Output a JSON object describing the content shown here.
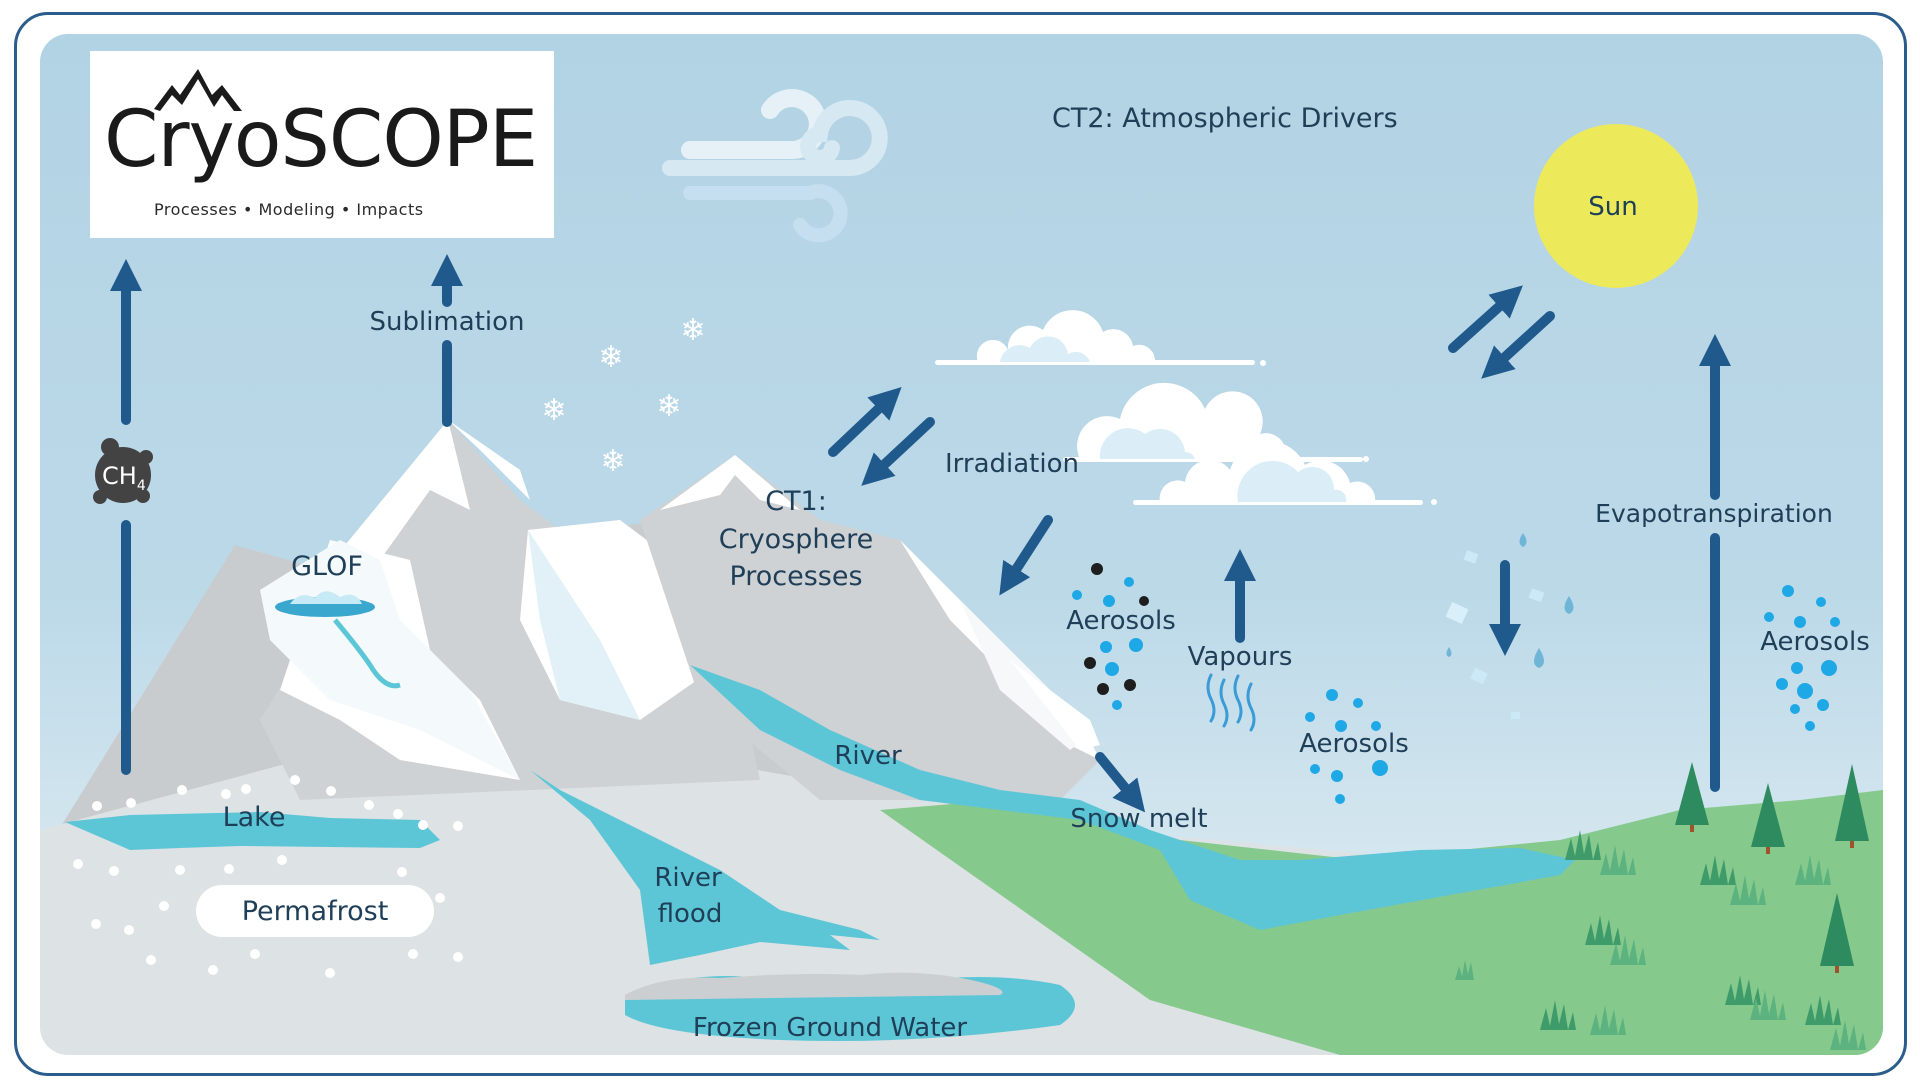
{
  "logo": {
    "title": "CryoSCOPE",
    "tagline": "Processes • Modeling • Impacts",
    "icon": "mountain-icon"
  },
  "headings": {
    "ct2": "CT2: Atmospheric Drivers",
    "ct1_line1": "CT1:",
    "ct1_line2": "Cryosphere",
    "ct1_line3": "Processes"
  },
  "labels": {
    "sun": "Sun",
    "sublimation": "Sublimation",
    "ch4_main": "CH",
    "ch4_sub": "4",
    "glof": "GLOF",
    "irradiation": "Irradiation",
    "aerosols_1": "Aerosols",
    "aerosols_2": "Aerosols",
    "aerosols_3": "Aerosols",
    "vapours": "Vapours",
    "evapotranspiration": "Evapotranspiration",
    "river": "River",
    "snow_melt": "Snow melt",
    "lake": "Lake",
    "permafrost": "Permafrost",
    "river_flood_line1": "River",
    "river_flood_line2": "flood",
    "frozen_ground_water": "Frozen Ground Water"
  },
  "colors": {
    "sky": "#b3d4e5",
    "arrow": "#205a8c",
    "text": "#1f3f58",
    "sun": "#ece95a",
    "water": "#5cc6d6",
    "grass": "#86c98d",
    "ground": "#dde2e5",
    "mountain": "#cfd2d4",
    "aerosol_blue": "#1ea8e6",
    "aerosol_black": "#1e1e1e"
  },
  "icons": [
    "wind-icon",
    "snowflake-icon",
    "cloud-icon",
    "sun-icon",
    "tree-icon",
    "grass-icon",
    "raindrop-icon",
    "ice-crystal-icon",
    "methane-bubble-icon",
    "vapour-waves-icon"
  ]
}
